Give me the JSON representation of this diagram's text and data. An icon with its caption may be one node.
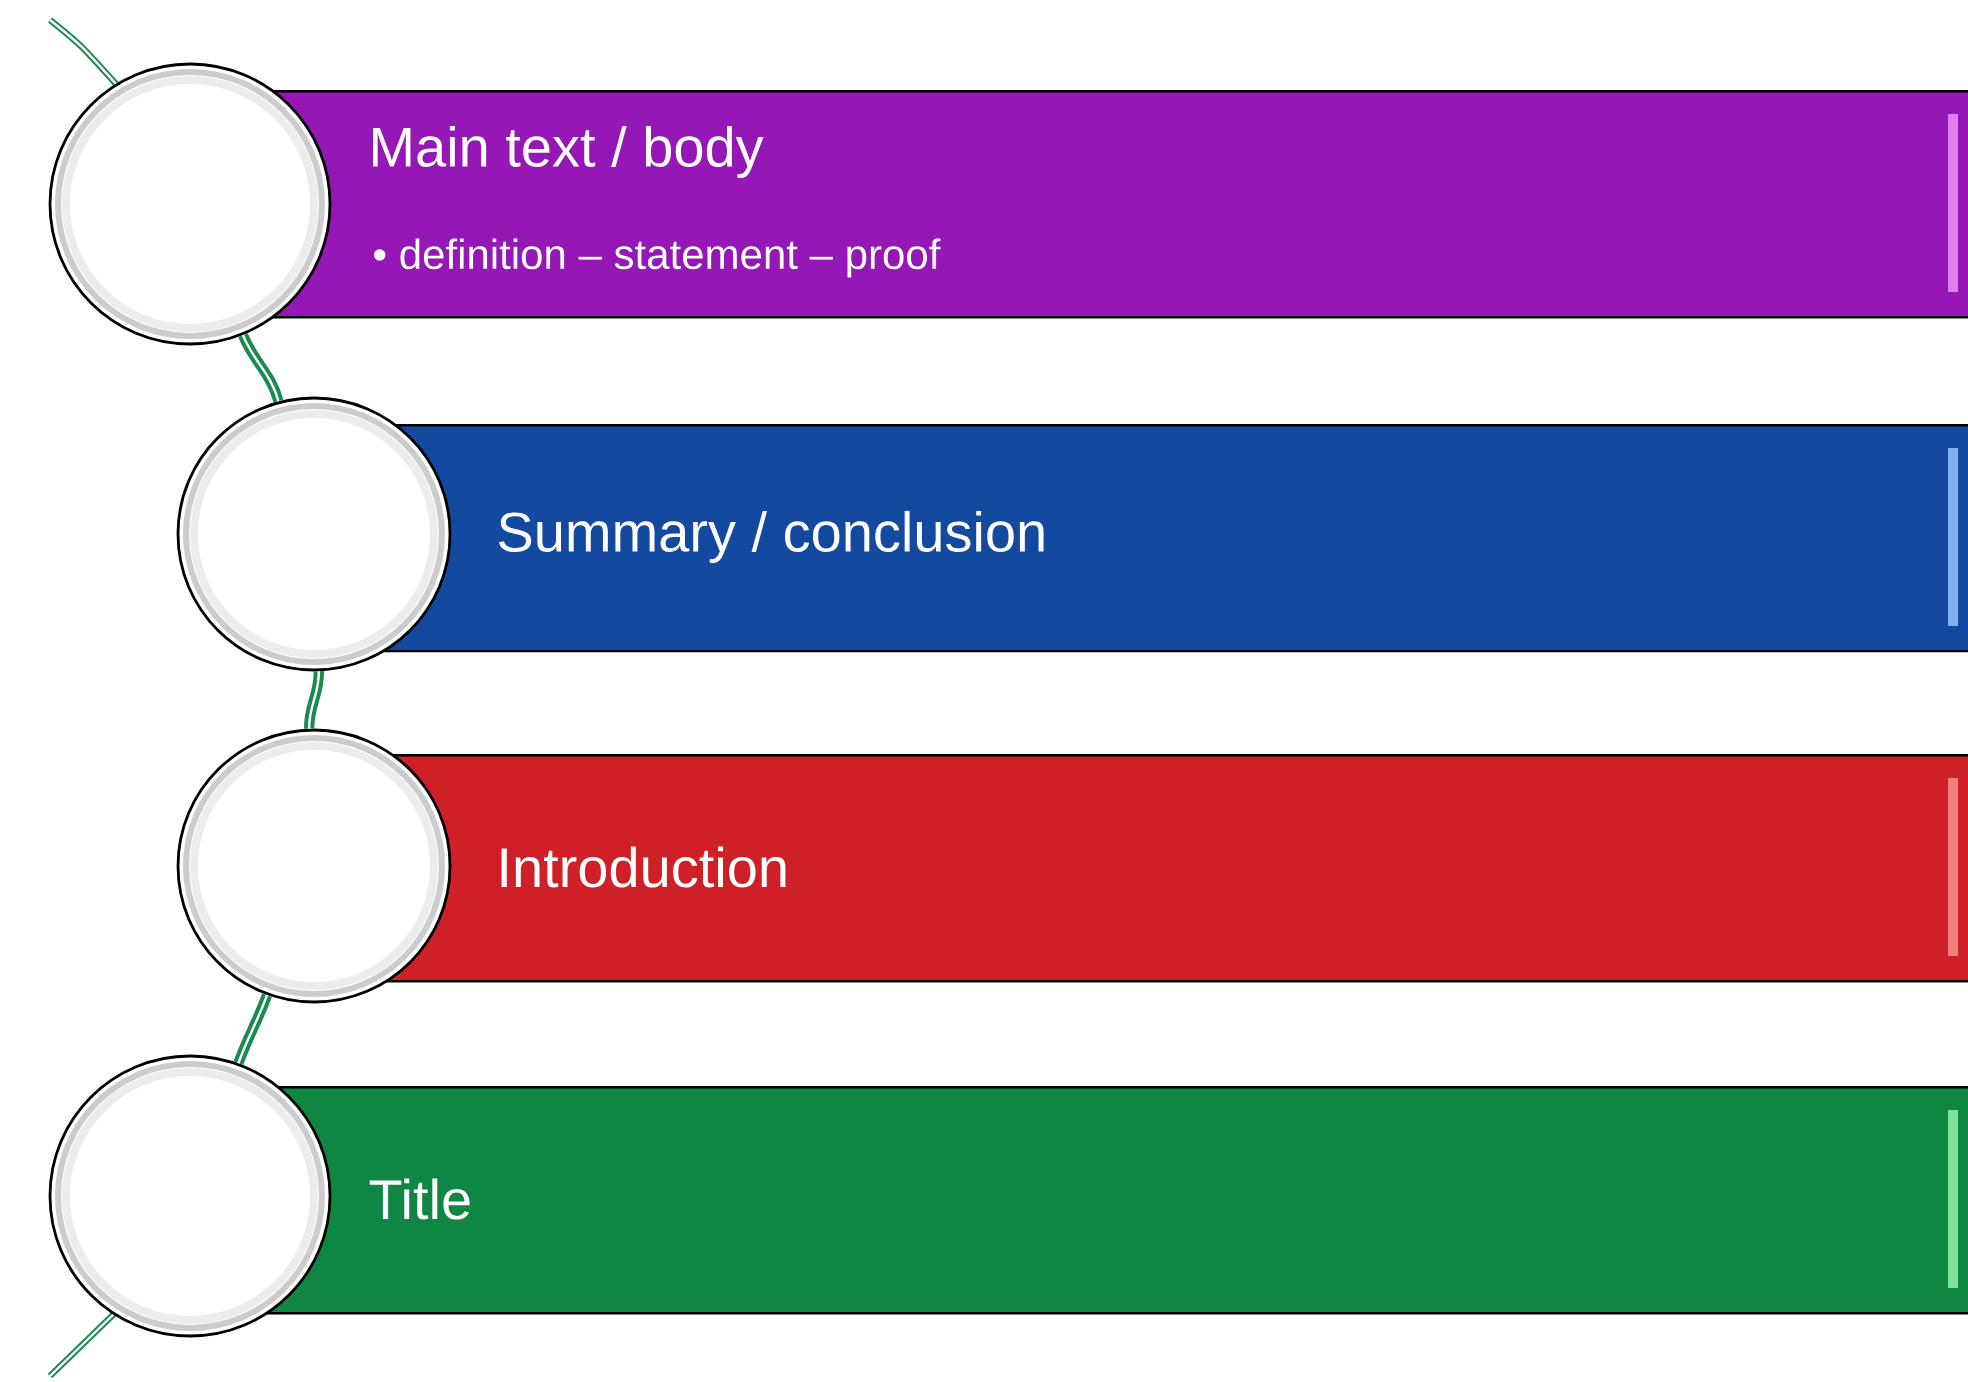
{
  "diagram": {
    "nodes": [
      {
        "text": [],
        "shape": "circle"
      },
      {
        "text": [
          "Main text / body",
          "• definition – statement – proof"
        ]
      },
      {
        "text": [],
        "shape": "circle"
      },
      {
        "text": [
          "Summary / conclusion"
        ]
      },
      {
        "text": [],
        "shape": "circle"
      },
      {
        "text": [
          "Introduction"
        ]
      },
      {
        "text": [],
        "shape": "circle"
      },
      {
        "text": [
          "Title"
        ]
      }
    ],
    "edges": [
      {
        "from": 0,
        "to": 2,
        "arrow": "none"
      },
      {
        "from": 2,
        "to": 4,
        "arrow": "none"
      },
      {
        "from": 4,
        "to": 6,
        "arrow": "none"
      }
    ]
  }
}
